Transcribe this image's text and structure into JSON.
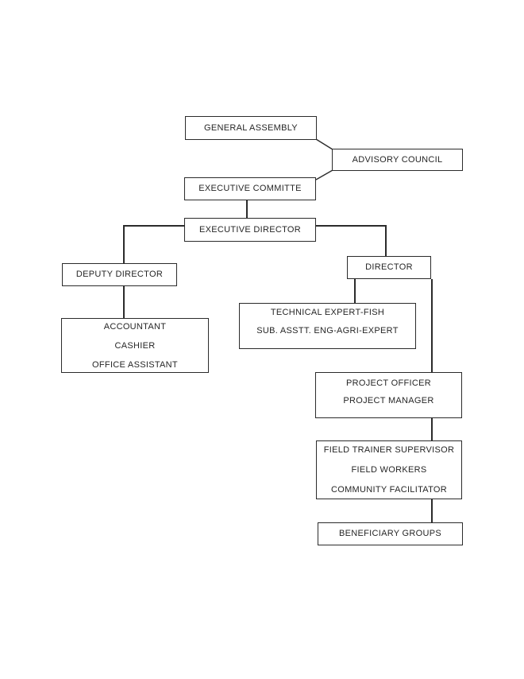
{
  "chart": {
    "type": "org_chart",
    "boxes": [
      {
        "id": "general-assembly",
        "lines": [
          "GENERAL ASSEMBLY"
        ]
      },
      {
        "id": "advisory-council",
        "lines": [
          "ADVISORY COUNCIL"
        ]
      },
      {
        "id": "executive-committe",
        "lines": [
          "EXECUTIVE COMMITTE"
        ]
      },
      {
        "id": "executive-director",
        "lines": [
          "EXECUTIVE DIRECTOR"
        ]
      },
      {
        "id": "deputy-director",
        "lines": [
          "DEPUTY DIRECTOR"
        ]
      },
      {
        "id": "accounts-staff",
        "lines": [
          "ACCOUNTANT",
          "CASHIER",
          "OFFICE ASSISTANT"
        ]
      },
      {
        "id": "director",
        "lines": [
          "DIRECTOR"
        ]
      },
      {
        "id": "technical-experts",
        "lines": [
          "TECHNICAL EXPERT-FISH",
          "SUB. ASSTT. ENG-AGRI-EXPERT"
        ]
      },
      {
        "id": "project-officer",
        "lines": [
          "PROJECT OFFICER",
          "PROJECT MANAGER"
        ]
      },
      {
        "id": "field-team",
        "lines": [
          "FIELD TRAINER SUPERVISOR",
          "FIELD WORKERS",
          "COMMUNITY FACILITATOR"
        ]
      },
      {
        "id": "beneficiary-groups",
        "lines": [
          "BENEFICIARY GROUPS"
        ]
      }
    ],
    "edges": [
      {
        "from": "general-assembly",
        "to": "advisory-council"
      },
      {
        "from": "advisory-council",
        "to": "executive-committe"
      },
      {
        "from": "executive-committe",
        "to": "executive-director"
      },
      {
        "from": "executive-director",
        "to": "deputy-director"
      },
      {
        "from": "executive-director",
        "to": "director"
      },
      {
        "from": "deputy-director",
        "to": "accounts-staff"
      },
      {
        "from": "director",
        "to": "technical-experts"
      },
      {
        "from": "director",
        "to": "project-officer"
      },
      {
        "from": "project-officer",
        "to": "field-team"
      },
      {
        "from": "field-team",
        "to": "beneficiary-groups"
      }
    ],
    "colors": {
      "line": "#2b2b2b",
      "text": "#262626",
      "box_fill": "#ffffff",
      "page_bg": "#ffffff"
    }
  }
}
